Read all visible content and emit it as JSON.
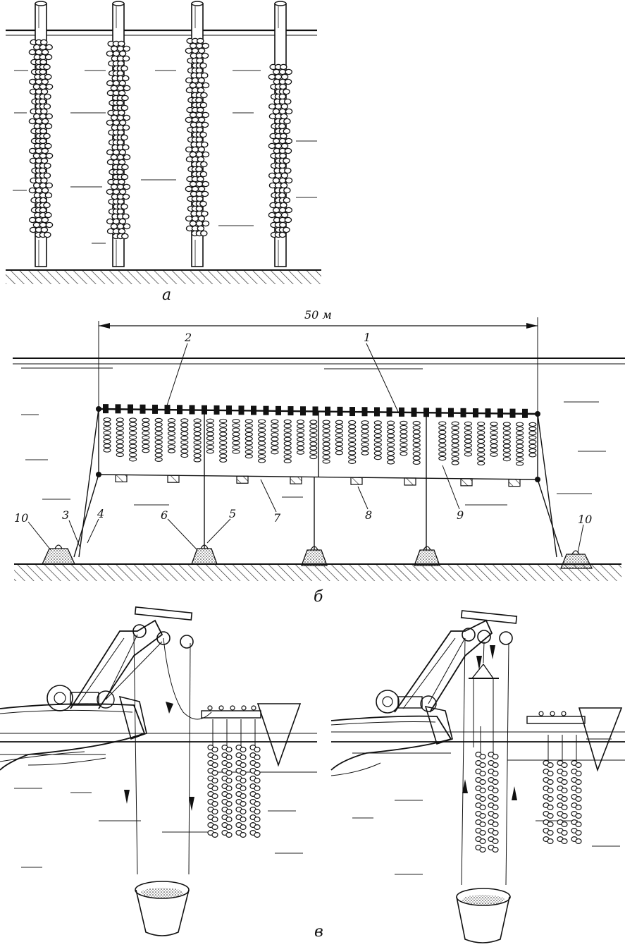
{
  "panels": {
    "a": {
      "label": "а"
    },
    "b": {
      "label": "б",
      "dimension": "50 м",
      "callouts": [
        {
          "id": "c1",
          "text": "1"
        },
        {
          "id": "c2",
          "text": "2"
        },
        {
          "id": "c3",
          "text": "3"
        },
        {
          "id": "c4",
          "text": "4"
        },
        {
          "id": "c5",
          "text": "5"
        },
        {
          "id": "c6",
          "text": "6"
        },
        {
          "id": "c7",
          "text": "7"
        },
        {
          "id": "c8",
          "text": "8"
        },
        {
          "id": "c9",
          "text": "9"
        },
        {
          "id": "c10a",
          "text": "10"
        },
        {
          "id": "c10b",
          "text": "10"
        }
      ]
    },
    "c": {
      "label": "в"
    }
  }
}
